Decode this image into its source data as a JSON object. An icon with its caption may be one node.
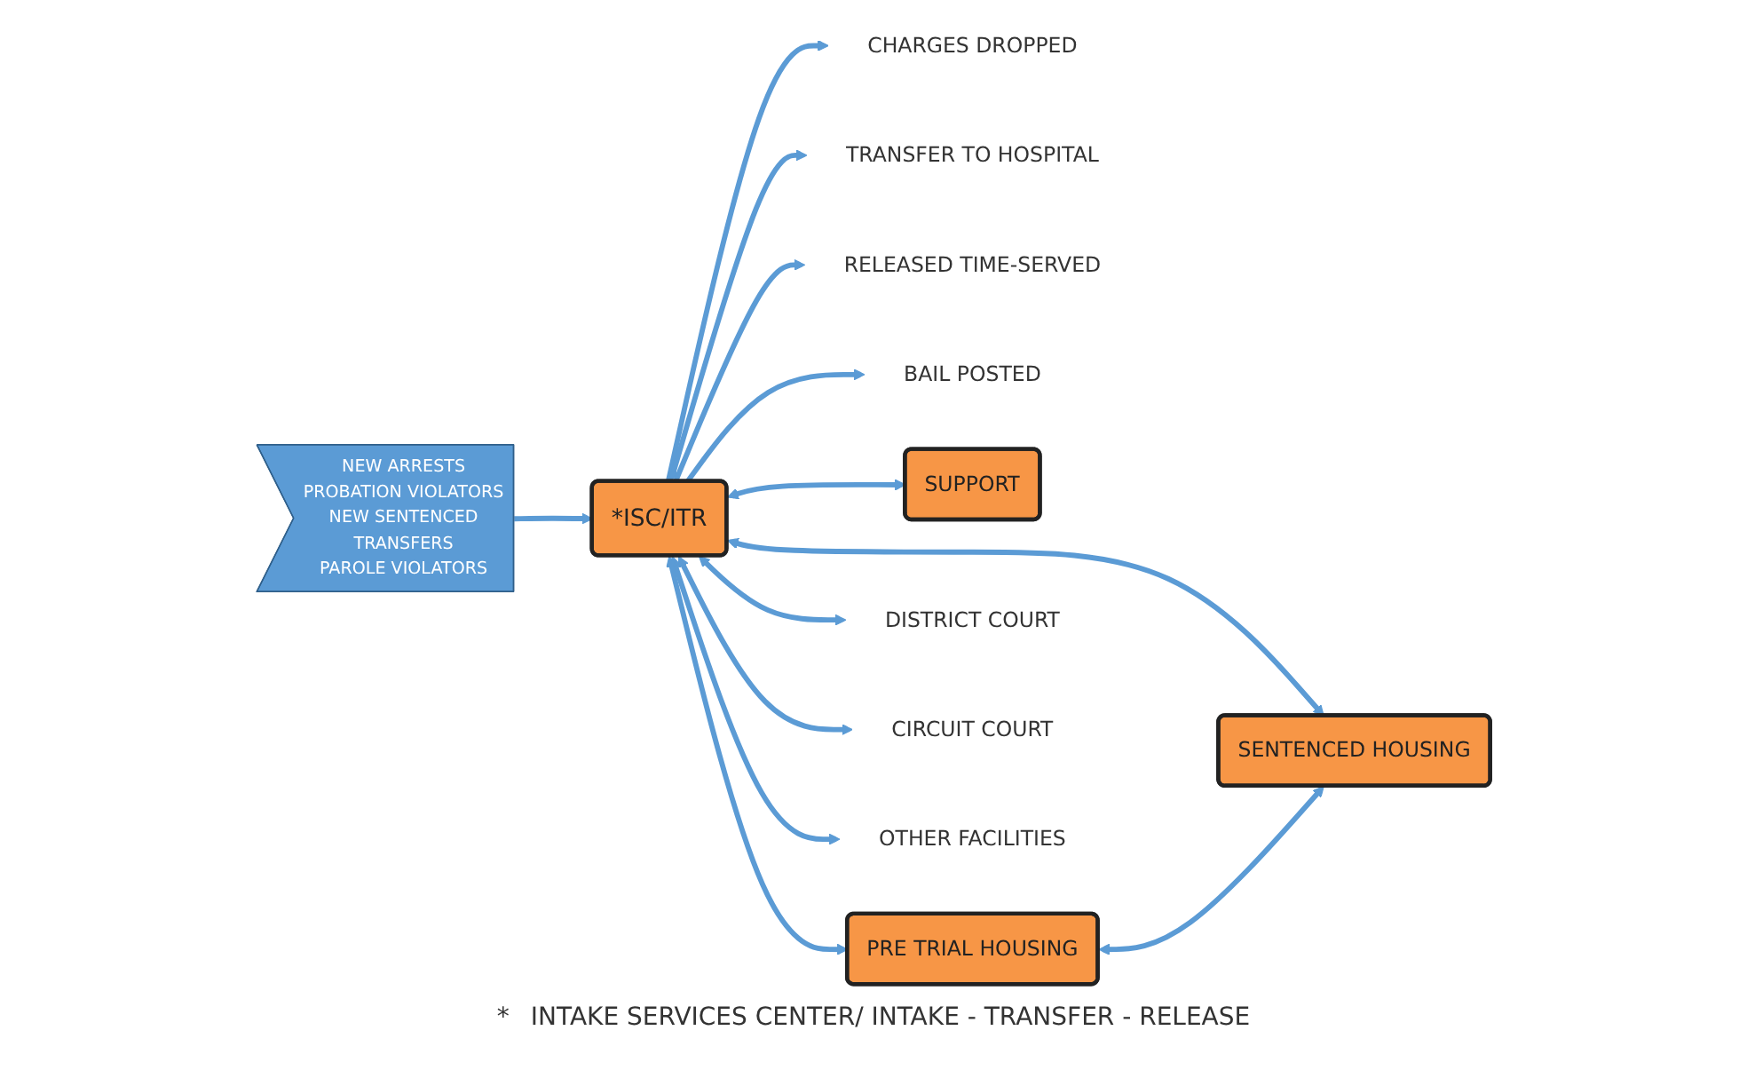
{
  "diagram": {
    "nodes": [
      {
        "text": [
          "NEW ARRESTS",
          "PROBATION VIOLATORS",
          "NEW SENTENCED",
          "TRANSFERS",
          "PAROLE VIOLATORS"
        ]
      },
      {
        "text": [
          "*ISC/ITR"
        ]
      },
      {
        "text": [
          "CHARGES DROPPED"
        ]
      },
      {
        "text": [
          "TRANSFER TO HOSPITAL"
        ]
      },
      {
        "text": [
          "RELEASED TIME-SERVED"
        ]
      },
      {
        "text": [
          "BAIL POSTED"
        ]
      },
      {
        "text": [
          "SUPPORT"
        ]
      },
      {
        "text": [
          "PRE TRIAL HOUSING"
        ]
      },
      {
        "text": [
          "SENTENCED HOUSING"
        ]
      },
      {
        "text": [
          "DISTRICT COURT"
        ]
      },
      {
        "text": [
          "CIRCUIT COURT"
        ]
      },
      {
        "text": [
          "OTHER FACILITIES"
        ]
      }
    ],
    "edges": [
      {
        "from": 0,
        "to": 1,
        "arrow": "to"
      },
      {
        "from": 1,
        "to": 2,
        "arrow": "to"
      },
      {
        "from": 1,
        "to": 3,
        "arrow": "both"
      },
      {
        "from": 1,
        "to": 4,
        "arrow": "to"
      },
      {
        "from": 1,
        "to": 5,
        "arrow": "to"
      },
      {
        "from": 1,
        "to": 9,
        "arrow": "both"
      },
      {
        "from": 1,
        "to": 10,
        "arrow": "both"
      },
      {
        "from": 1,
        "to": 11,
        "arrow": "both"
      },
      {
        "from": 1,
        "to": 6,
        "arrow": "both"
      },
      {
        "from": 1,
        "to": 7,
        "arrow": "both"
      },
      {
        "from": 1,
        "to": 8,
        "arrow": "both"
      },
      {
        "from": 7,
        "to": 8,
        "arrow": "both"
      }
    ],
    "labels": [
      "*",
      "INTAKE SERVICES CENTER/ INTAKE - TRANSFER - RELEASE"
    ]
  }
}
